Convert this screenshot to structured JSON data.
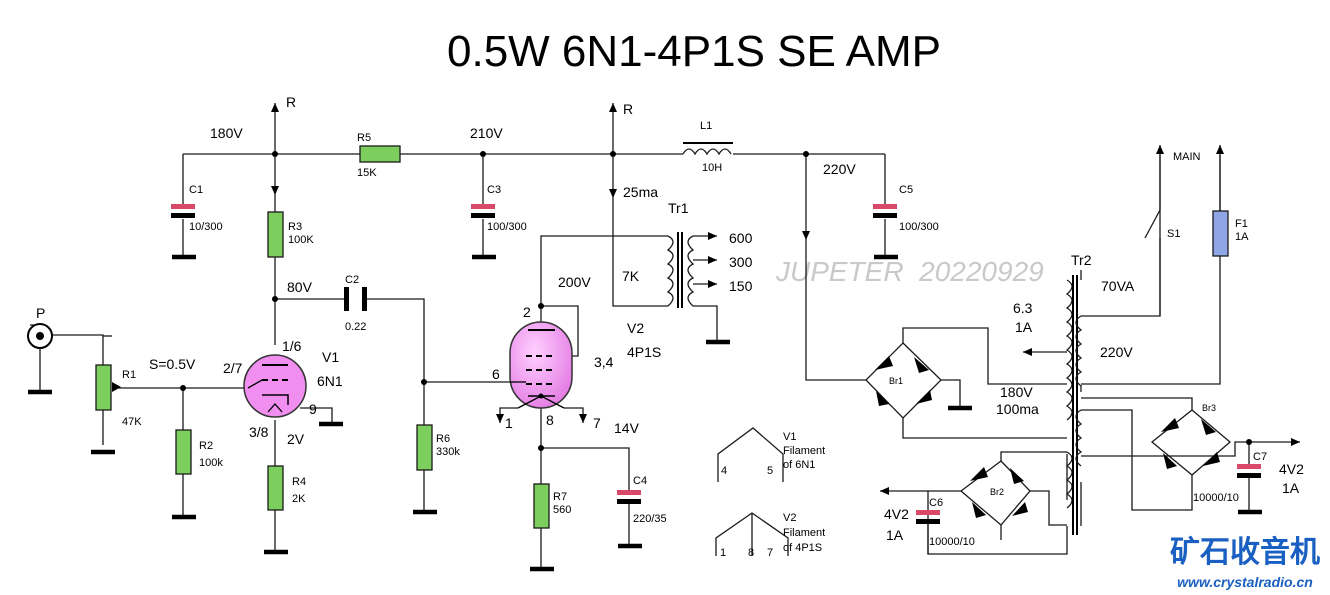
{
  "title": "0.5W 6N1-4P1S SE AMP",
  "watermark": "JUPETER  20220929",
  "logo": {
    "text": "矿石收音机",
    "url": "www.crystalradio.cn"
  },
  "colors": {
    "resistor": "#7ccf5c",
    "cap_plus": "#d94a68",
    "tube": "#f08ff0",
    "fuse": "#8ea6e6",
    "logo": "#1a5fc2"
  },
  "nodes": {
    "r_a": "R",
    "r_b": "R",
    "v180": "180V",
    "v210": "210V",
    "v220": "220V",
    "v80": "80V",
    "v2": "2V",
    "v200": "200V",
    "v14": "14V",
    "ma25": "25ma",
    "main": "MAIN"
  },
  "input": {
    "label": "P",
    "signal": "S=0.5V"
  },
  "resistors": {
    "r1": {
      "name": "R1",
      "value": "47K"
    },
    "r2": {
      "name": "R2",
      "value": "100k"
    },
    "r3": {
      "name": "R3",
      "value": "100K"
    },
    "r4": {
      "name": "R4",
      "value": "2K"
    },
    "r5": {
      "name": "R5",
      "value": "15K"
    },
    "r6": {
      "name": "R6",
      "value": "330k"
    },
    "r7": {
      "name": "R7",
      "value": "560"
    }
  },
  "capacitors": {
    "c1": {
      "name": "C1",
      "value": "10/300"
    },
    "c2": {
      "name": "C2",
      "value": "0.22"
    },
    "c3": {
      "name": "C3",
      "value": "100/300"
    },
    "c4": {
      "name": "C4",
      "value": "220/35"
    },
    "c5": {
      "name": "C5",
      "value": "100/300"
    },
    "c6": {
      "name": "C6",
      "value": "10000/10"
    },
    "c7": {
      "name": "C7",
      "value": "10000/10"
    }
  },
  "choke": {
    "name": "L1",
    "value": "10H"
  },
  "v1": {
    "name": "V1",
    "type": "6N1",
    "pin_anode": "1/6",
    "pin_grid": "2/7",
    "pin_cathode": "3/8",
    "pin_heater": "9"
  },
  "v2": {
    "name": "V2",
    "type": "4P1S",
    "pin_anode": "2",
    "pin_screen": "3,4",
    "pin_grid": "6",
    "pin_cathode": "8",
    "pin_fil_a": "1",
    "pin_fil_b": "7"
  },
  "tr1": {
    "name": "Tr1",
    "primary": "7K",
    "taps": [
      "600",
      "300",
      "150"
    ]
  },
  "tr2": {
    "name": "Tr2",
    "rating": "70VA",
    "primary": "220V",
    "sec_heater_v": "6.3",
    "sec_heater_a": "1A",
    "sec_hv_v": "180V",
    "sec_hv_a": "100ma"
  },
  "switch": {
    "name": "S1"
  },
  "fuse": {
    "name": "F1",
    "value": "1A"
  },
  "bridges": {
    "br1": "Br1",
    "br2": "Br2",
    "br3": "Br3"
  },
  "outputs": {
    "out1_v": "4V2",
    "out1_a": "1A",
    "out2_v": "4V2",
    "out2_a": "1A"
  },
  "filament_v1": {
    "name": "V1",
    "line1": "Filament",
    "line2": "of 6N1",
    "pin_a": "4",
    "pin_b": "5"
  },
  "filament_v2": {
    "name": "V2",
    "line1": "Filament",
    "line2": "of 4P1S",
    "pin_a": "1",
    "pin_b": "8",
    "pin_c": "7"
  }
}
